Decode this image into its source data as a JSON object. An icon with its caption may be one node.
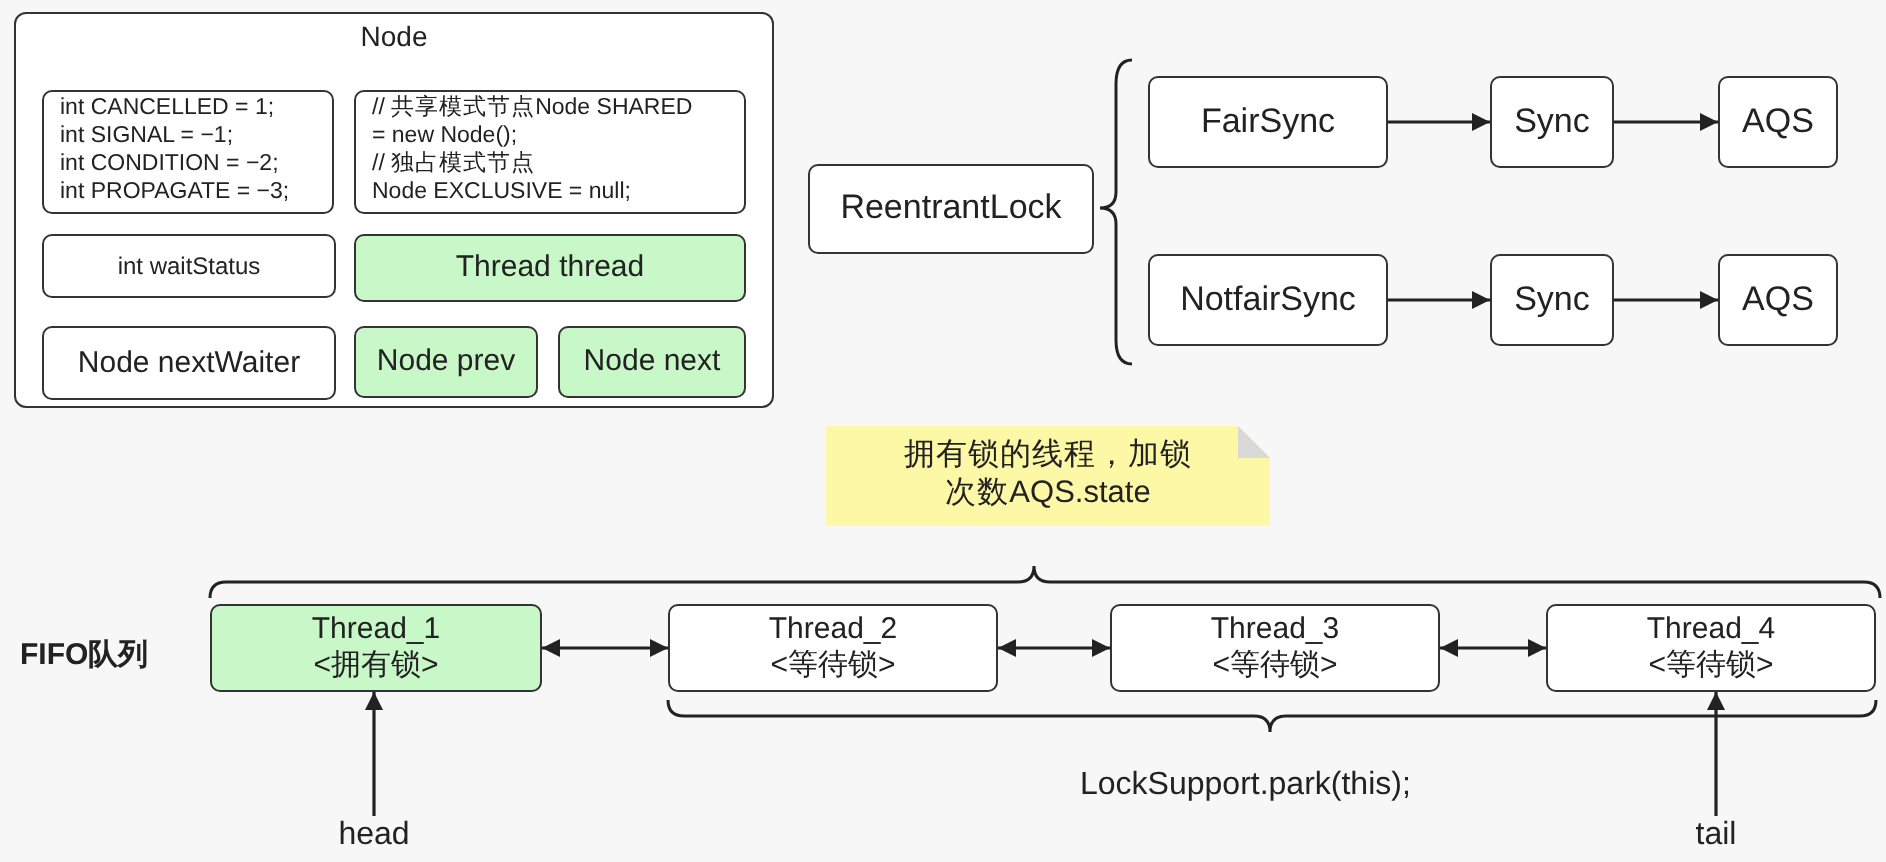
{
  "diagram": {
    "nodes": [
      {
        "text": [
          "Node"
        ]
      },
      {
        "text": [
          "int CANCELLED = 1;",
          "int SIGNAL = −1;",
          "int CONDITION = −2;",
          "int PROPAGATE = −3;"
        ],
        "in": 0
      },
      {
        "text": [
          "// 共享模式节点Node SHARED",
          "= new Node();",
          "// 独占模式节点",
          "Node EXCLUSIVE = null;"
        ],
        "in": 0
      },
      {
        "text": [
          "int waitStatus"
        ],
        "in": 0
      },
      {
        "text": [
          "Thread thread"
        ],
        "in": 0
      },
      {
        "text": [
          "Node nextWaiter"
        ],
        "in": 0
      },
      {
        "text": [
          "Node prev"
        ],
        "in": 0
      },
      {
        "text": [
          "Node next"
        ],
        "in": 0
      },
      {
        "text": [
          "ReentrantLock"
        ]
      },
      {
        "text": [
          "FairSync"
        ]
      },
      {
        "text": [
          "Sync"
        ]
      },
      {
        "text": [
          "AQS"
        ]
      },
      {
        "text": [
          "NotfairSync"
        ]
      },
      {
        "text": [
          "Sync"
        ]
      },
      {
        "text": [
          "AQS"
        ]
      },
      {
        "text": [
          "拥有锁的线程，加锁次数AQS.state"
        ]
      },
      {
        "text": [
          "Thread_1",
          "<拥有锁>"
        ]
      },
      {
        "text": [
          "Thread_2",
          "<等待锁>"
        ]
      },
      {
        "text": [
          "Thread_3",
          "<等待锁>"
        ]
      },
      {
        "text": [
          "Thread_4",
          "<等待锁>"
        ]
      },
      {
        "text": [
          "head"
        ]
      },
      {
        "text": [
          "tail"
        ]
      }
    ],
    "edges": [
      {
        "from": 9,
        "to": 10,
        "arrow": "to"
      },
      {
        "from": 10,
        "to": 11,
        "arrow": "to"
      },
      {
        "from": 12,
        "to": 13,
        "arrow": "to"
      },
      {
        "from": 13,
        "to": 14,
        "arrow": "to"
      },
      {
        "from": 16,
        "to": 17,
        "arrow": "both"
      },
      {
        "from": 17,
        "to": 18,
        "arrow": "both"
      },
      {
        "from": 18,
        "to": 19,
        "arrow": "both"
      },
      {
        "from": 20,
        "to": 16,
        "arrow": "to"
      },
      {
        "from": 21,
        "to": 19,
        "arrow": "to"
      }
    ],
    "labels": [
      "FIFO队列",
      "LockSupport.park(this);"
    ]
  }
}
